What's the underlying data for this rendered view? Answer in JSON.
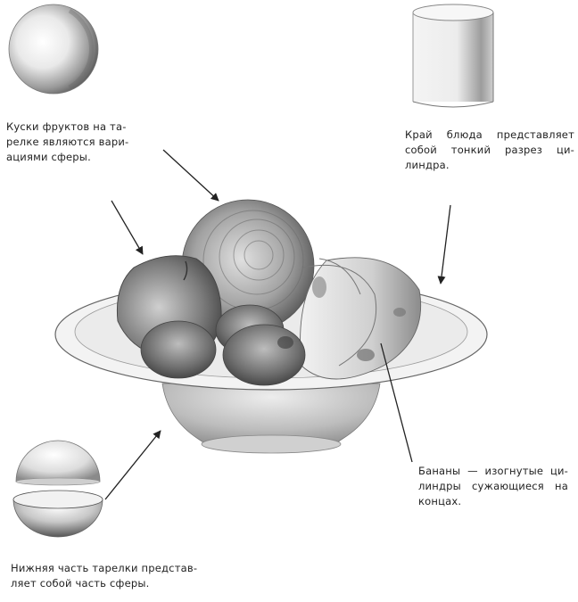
{
  "annotations": {
    "sphere_fruits": {
      "lines": [
        "Куски фруктов на та-",
        "релке являются вари-",
        "ациями сферы."
      ]
    },
    "cylinder_rim": {
      "lines": [
        "Край блюда представляет",
        "собой тонкий разрез ци-",
        "линдра."
      ]
    },
    "bananas": {
      "lines": [
        "Бананы — изогнутые ци-",
        "линдры сужающиеся на",
        "концах."
      ]
    },
    "bowl_bottom": {
      "lines": [
        "Нижняя часть тарелки представ-",
        "ляет собой часть сферы."
      ]
    }
  },
  "colors": {
    "ink": "#222222",
    "pencil_dark": "#3a3a3a",
    "pencil_mid": "#8a8a8a",
    "pencil_light": "#d6d6d6",
    "paper": "#ffffff"
  }
}
